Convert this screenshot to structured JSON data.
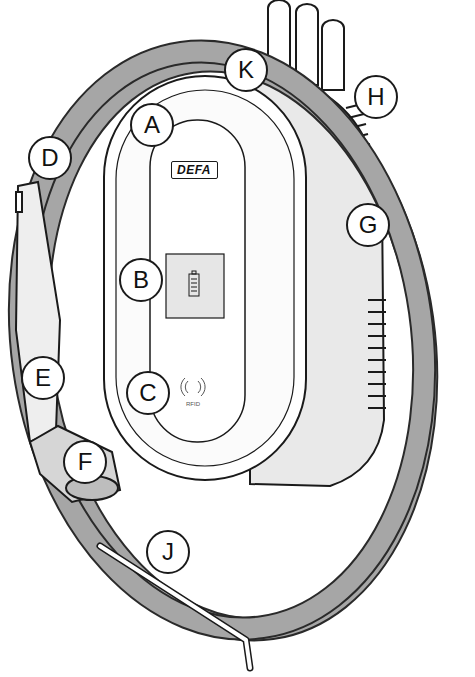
{
  "diagram": {
    "nodes": [
      {
        "text": [
          "K"
        ]
      },
      {
        "text": [
          "H"
        ]
      },
      {
        "text": [
          "A"
        ]
      },
      {
        "text": [
          "D"
        ]
      },
      {
        "text": [
          "DEFA"
        ]
      },
      {
        "text": [
          "G"
        ]
      },
      {
        "text": [
          "B"
        ]
      },
      {
        "text": [
          "E"
        ]
      },
      {
        "text": [
          "C"
        ]
      },
      {
        "text": [
          "F"
        ]
      },
      {
        "text": [
          "J"
        ]
      }
    ],
    "labels": [
      "RFID"
    ]
  }
}
